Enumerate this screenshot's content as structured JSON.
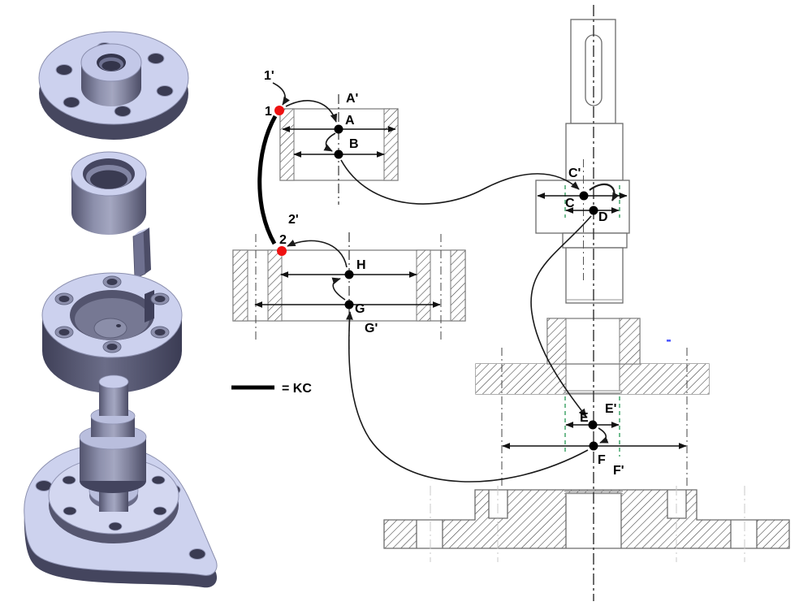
{
  "legend": {
    "kc_label": "= KC"
  },
  "colors": {
    "red_dot": "#ee1111",
    "green_guide": "#36a060",
    "chain_line": "#1a1a1a",
    "kc_line": "#000000",
    "blue_mark": "#4f5bff"
  },
  "points": {
    "one": {
      "label": "1",
      "prime": "1'"
    },
    "a": {
      "label": "A",
      "prime": "A'"
    },
    "b": {
      "label": "B"
    },
    "two": {
      "label": "2",
      "prime": "2'"
    },
    "h": {
      "label": "H"
    },
    "g": {
      "label": "G",
      "prime": "G'"
    },
    "c": {
      "label": "C",
      "prime": "C'"
    },
    "d": {
      "label": "D"
    },
    "e": {
      "label": "E",
      "prime": "E'"
    },
    "f": {
      "label": "F",
      "prime": "F'"
    }
  }
}
